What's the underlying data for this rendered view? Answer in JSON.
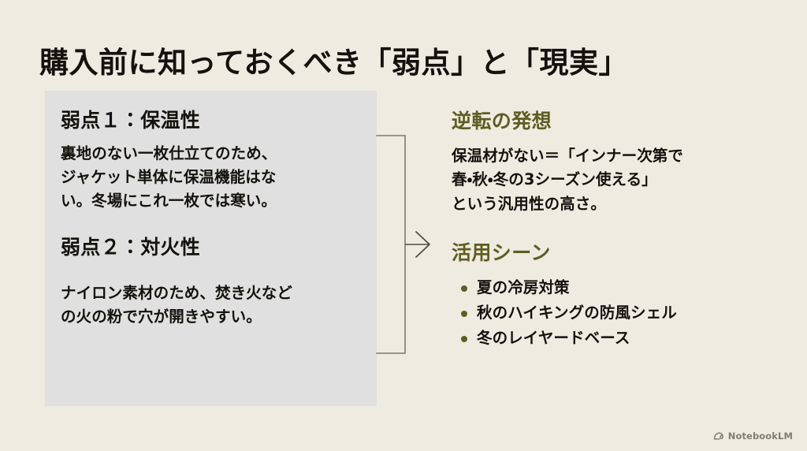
{
  "slide": {
    "title": "購入前に知っておくべき「弱点」と「現実」",
    "background_color": "#eeece1",
    "panel_color": "#e0e0e0",
    "accent_color": "#5f5d22",
    "text_color": "#14120d"
  },
  "left_panel": {
    "weakness_1": {
      "heading": "弱点１：保温性",
      "body_lines": [
        "裏地のない一枚仕立てのため、",
        "ジャケット単体に保温機能はな",
        "い。冬場にこれ一枚では寒い。"
      ]
    },
    "weakness_2": {
      "heading": "弱点２：対火性",
      "body_lines": [
        "ナイロン素材のため、焚き火など",
        "の火の粉で穴が開きやすい。"
      ]
    }
  },
  "connector": {
    "icon": "bracket-arrow-right-icon",
    "line_color": "#7d7b6e"
  },
  "right_column": {
    "reversal": {
      "heading": "逆転の発想",
      "body_lines": [
        "保温材がない＝「インナー次第で",
        "春・秋・冬の3シーズン使える」",
        "という汎用性の高さ。"
      ]
    },
    "scenes": {
      "heading": "活用シーン",
      "items": [
        "夏の冷房対策",
        "秋のハイキングの防風シェル",
        "冬のレイヤードベース"
      ]
    }
  },
  "watermark": {
    "icon": "notebooklm-logo-icon",
    "label": "NotebookLM"
  }
}
